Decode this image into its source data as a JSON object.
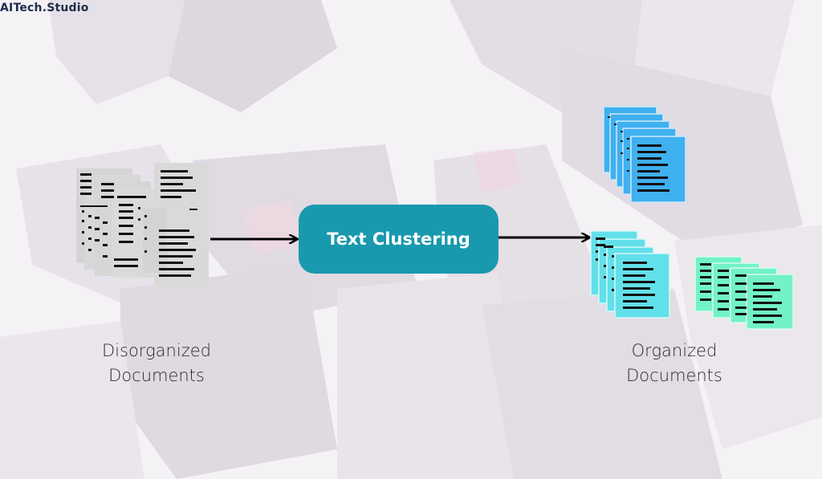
{
  "brand": {
    "logo_text": "AITech.Studio"
  },
  "diagram": {
    "process_label": "Text Clustering",
    "input": {
      "caption_line1": "Disorganized",
      "caption_line2": "Documents"
    },
    "output": {
      "caption_line1": "Organized",
      "caption_line2": "Documents"
    }
  },
  "colors": {
    "background": "#f4f2f5",
    "process_box": "#1899ae",
    "disorganized_docs": "#d9d9d9",
    "cluster_blue": "#3fb0f0",
    "cluster_cyan": "#62e0ea",
    "cluster_green": "#72f2c6",
    "arrow": "#000000"
  },
  "icons": [
    "document-icon",
    "arrow-right-icon"
  ]
}
